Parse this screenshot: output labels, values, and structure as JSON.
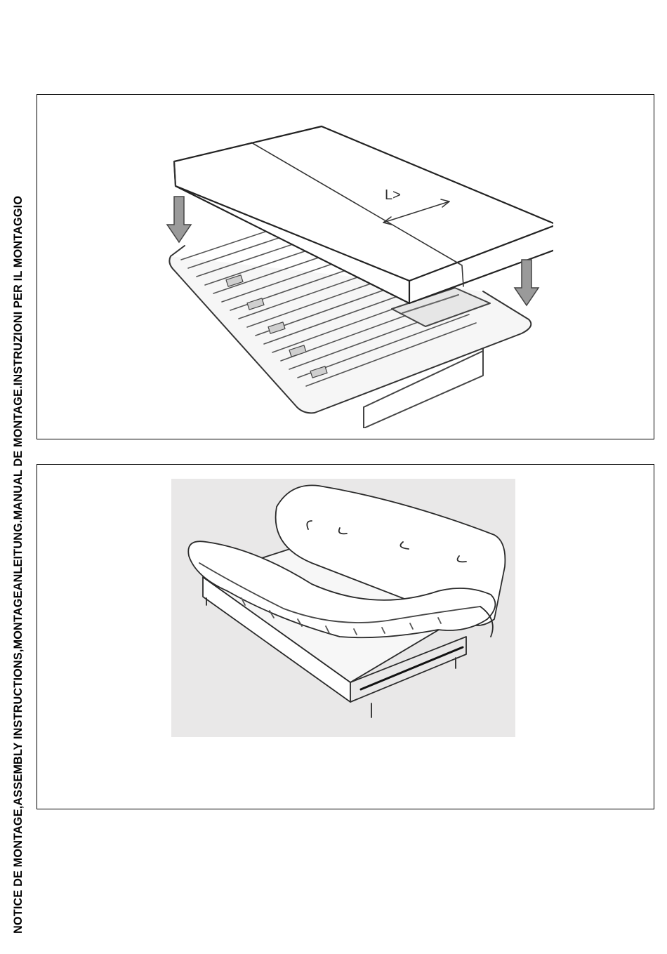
{
  "document": {
    "side_title": "NOTICE DE MONTAGE,ASSEMBLY INSTRUCTIONS,MONTAGEANLEITUNG.MANUAL DE MONTAGE.INSTRUZIONI PER IL MONTAGGIO"
  },
  "figures": [
    {
      "id": "figure-mattress-on-frame",
      "dimension_label": "L>",
      "icons": [
        "down-arrow-icon",
        "double-arrow-icon"
      ]
    },
    {
      "id": "figure-assembled-sofa"
    }
  ]
}
